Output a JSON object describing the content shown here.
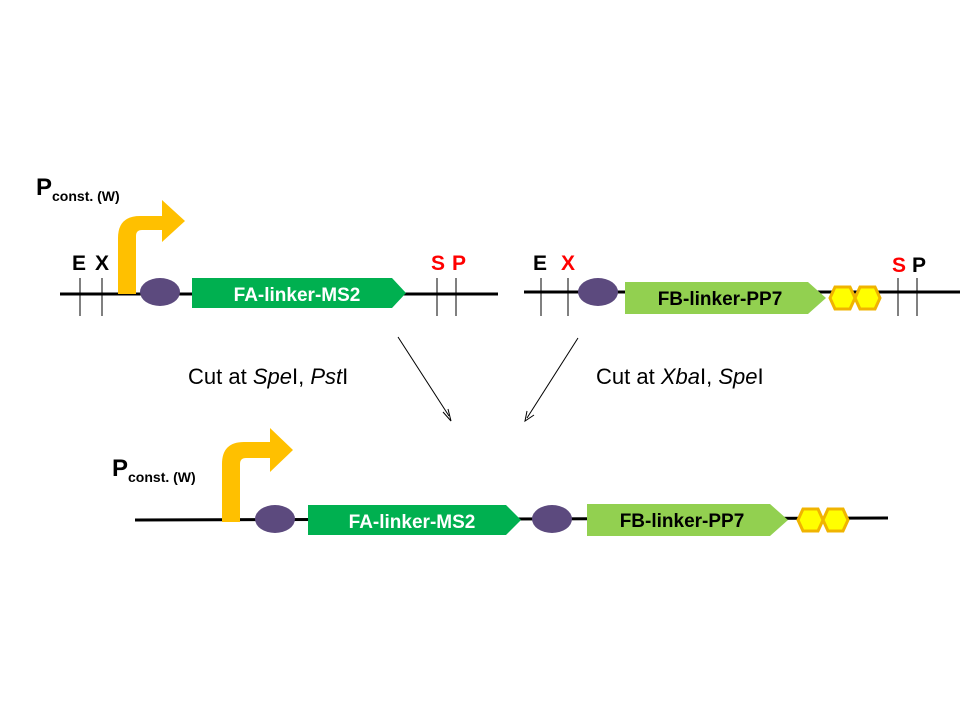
{
  "promoter": {
    "main": "P",
    "sub": "const. (W)"
  },
  "construct1": {
    "sites": {
      "e": "E",
      "x": "X",
      "s": "S",
      "p": "P"
    },
    "gene": "FA-linker-MS2"
  },
  "construct2": {
    "sites": {
      "e": "E",
      "x": "X",
      "s": "S",
      "p": "P"
    },
    "gene": "FB-linker-PP7"
  },
  "cut1": {
    "prefix": "Cut at ",
    "enzyme1_italic": "Spe",
    "enzyme1_rest": "I, ",
    "enzyme2_italic": "Pst",
    "enzyme2_rest": "I"
  },
  "cut2": {
    "prefix": "Cut at ",
    "enzyme1_italic": "Xba",
    "enzyme1_rest": "I, ",
    "enzyme2_italic": "Spe",
    "enzyme2_rest": "I"
  },
  "product": {
    "gene1": "FA-linker-MS2",
    "gene2": "FB-linker-PP7"
  },
  "colors": {
    "promoter_arrow": "#FFC000",
    "rbs": "#5C4A7E",
    "gene_a": "#00B050",
    "gene_b": "#92D050",
    "terminator_fill": "#FFFF00",
    "terminator_stroke": "#F0B400",
    "site_red": "#FF0000",
    "site_black": "#000000"
  }
}
